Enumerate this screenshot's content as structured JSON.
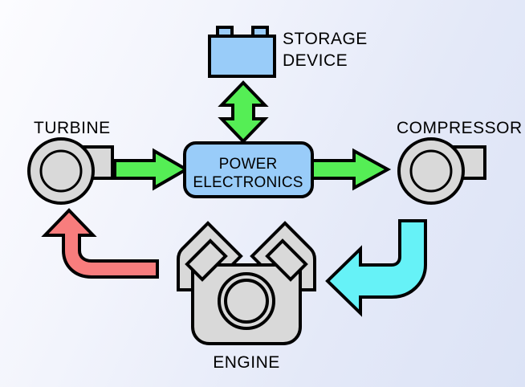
{
  "diagram": {
    "title": "Turbocompound / electric turbocharger energy flow diagram",
    "background": {
      "color_start": "#fcfcff",
      "color_end": "#dce3f6"
    },
    "nodes": {
      "storage_device": {
        "label_line1": "STORAGE",
        "label_line2": "DEVICE",
        "icon": "battery-icon",
        "fill": "#99ccf9",
        "stroke": "#000000"
      },
      "power_electronics": {
        "label_line1": "POWER",
        "label_line2": "ELECTRONICS",
        "icon": "rounded-box",
        "fill": "#99ccf9",
        "stroke": "#000000"
      },
      "turbine": {
        "label": "TURBINE",
        "icon": "turbine-icon",
        "fill": "#d9d9d9",
        "stroke": "#000000"
      },
      "compressor": {
        "label": "COMPRESSOR",
        "icon": "compressor-icon",
        "fill": "#d9d9d9",
        "stroke": "#000000"
      },
      "engine": {
        "label": "ENGINE",
        "icon": "v-engine-icon",
        "fill": "#d9d9d9",
        "stroke": "#000000"
      }
    },
    "arrows": {
      "storage_to_power": {
        "name": "bidirectional-electrical-arrow",
        "direction": "bidirectional-vertical",
        "color": "#55ee55"
      },
      "turbine_to_power": {
        "name": "turbine-power-arrow",
        "direction": "right",
        "color": "#55ee55"
      },
      "power_to_compressor": {
        "name": "power-compressor-arrow",
        "direction": "right",
        "color": "#55ee55"
      },
      "engine_to_turbine": {
        "name": "exhaust-gas-arrow",
        "direction": "left-then-up",
        "color": "#f87d7d"
      },
      "compressor_to_engine": {
        "name": "intake-air-arrow",
        "direction": "down-then-left",
        "color": "#66f2f7"
      }
    }
  }
}
